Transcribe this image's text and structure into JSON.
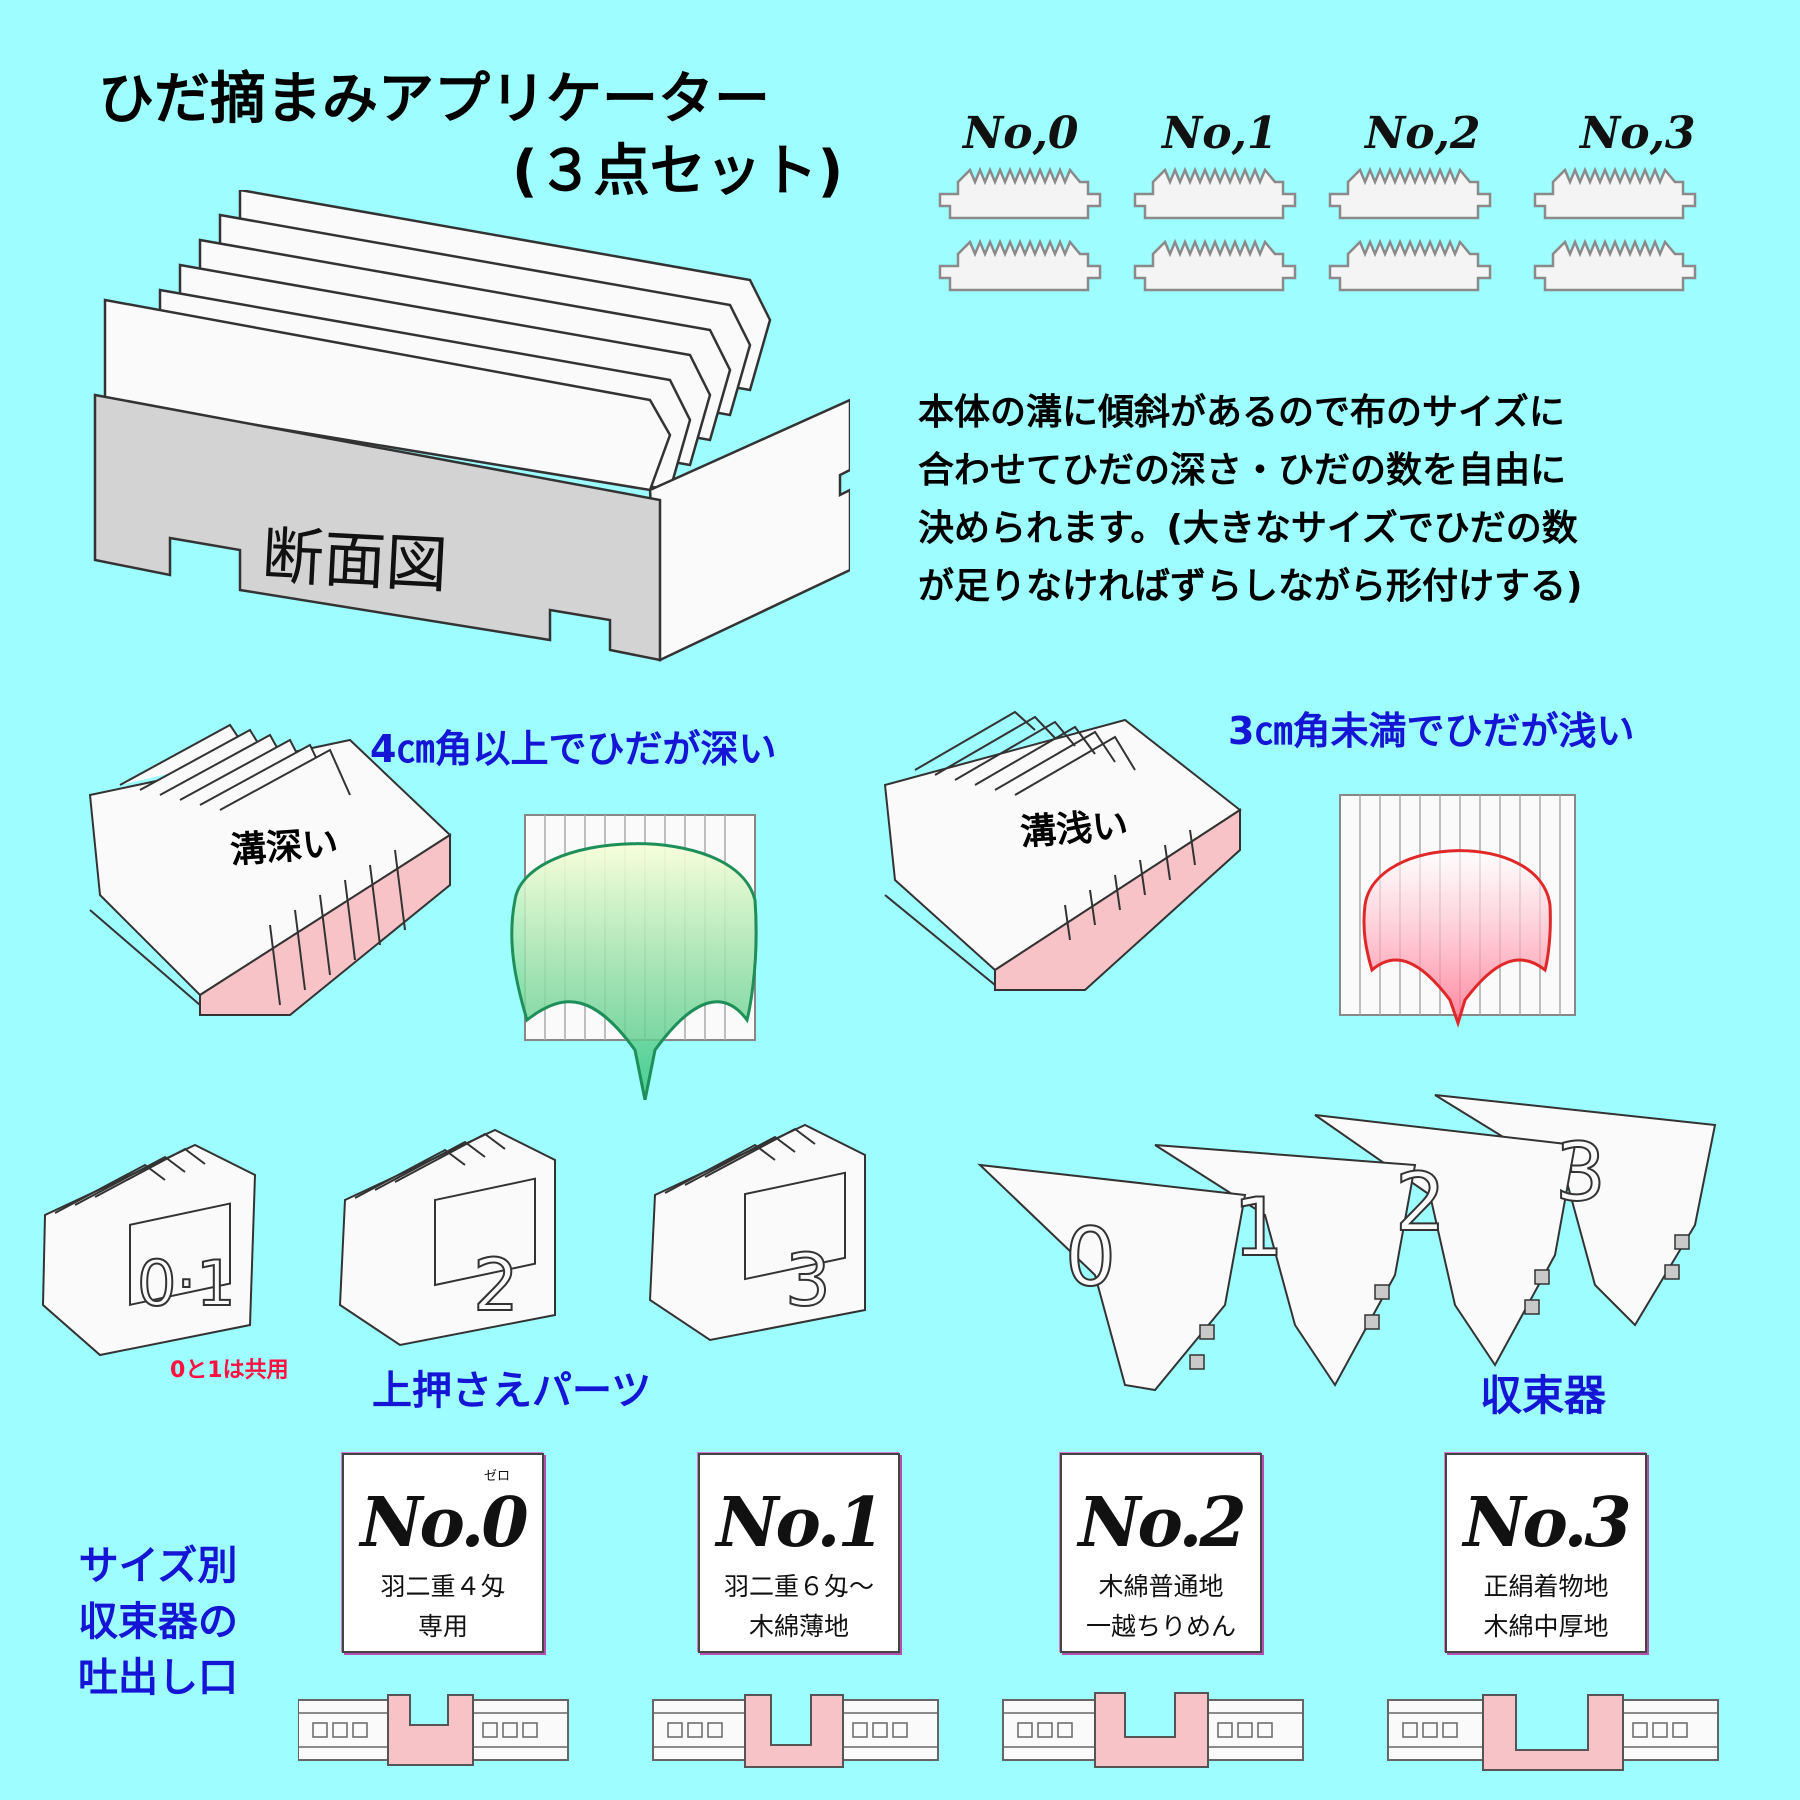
{
  "title": {
    "line1": "ひだ摘まみアプリケーター",
    "line2": "(３点セット)"
  },
  "comb_labels": [
    "No,0",
    "No,1",
    "No,2",
    "No,3"
  ],
  "cross_section_label": "断面図",
  "description": [
    "本体の溝に傾斜があるので布のサイズに",
    "合わせてひだの深さ・ひだの数を自由に",
    "決められます。(大きなサイズでひだの数",
    "が足りなければずらしながら形付けする)"
  ],
  "deep": {
    "heading": "4㎝角以上でひだが深い",
    "block_label": "溝深い"
  },
  "shallow": {
    "heading": "3㎝角未満でひだが浅い",
    "block_label": "溝浅い"
  },
  "presser": {
    "part_numbers": [
      "0·1",
      "2",
      "3"
    ],
    "note": "0と1は共用",
    "label": "上押さえパーツ"
  },
  "converger": {
    "numbers": [
      "0",
      "1",
      "2",
      "3"
    ],
    "label": "収束器"
  },
  "outlet": {
    "label_lines": [
      "サイズ別",
      "収束器の",
      "吐出し口"
    ]
  },
  "cards": [
    {
      "label": "No.0",
      "ruby": "ゼロ",
      "lines": [
        "羽二重４匁",
        "専用"
      ]
    },
    {
      "label": "No.1",
      "ruby": "",
      "lines": [
        "羽二重６匁～",
        "木綿薄地"
      ]
    },
    {
      "label": "No.2",
      "ruby": "",
      "lines": [
        "木綿普通地",
        "一越ちりめん"
      ]
    },
    {
      "label": "No.3",
      "ruby": "",
      "lines": [
        "正絹着物地",
        "木綿中厚地"
      ]
    }
  ],
  "colors": {
    "background": "#9dfdff",
    "accent_blue": "#1515d6",
    "accent_red": "#ff1040",
    "pink_fill": "#f7c3c6",
    "green_leaf": "#2a9a5a",
    "red_leaf": "#e02828",
    "gray_face": "#d3d3d3"
  }
}
